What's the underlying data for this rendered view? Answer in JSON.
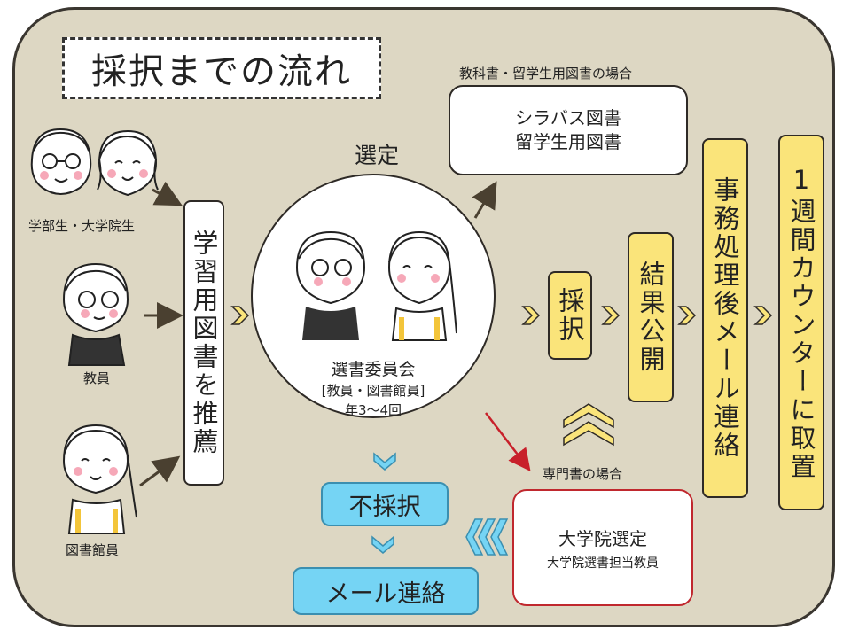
{
  "title": "採択までの流れ",
  "people": {
    "students": "学部生・大学院生",
    "faculty": "教員",
    "librarian": "図書館員"
  },
  "recommend": "学習用図書を推薦",
  "selection": {
    "heading": "選定",
    "committee": "選書委員会",
    "members": "[教員・図書館員]",
    "frequency": "年3～4回"
  },
  "textbook": {
    "caption": "教科書・留学生用図書の場合",
    "line1": "シラバス図書",
    "line2": "留学生用図書"
  },
  "specialized": {
    "caption": "専門書の場合",
    "line1": "大学院選定",
    "line2": "大学院選書担当教員"
  },
  "adopt": "採択",
  "result": "結果公開",
  "after_process": "事務処理後メール連絡",
  "counter": "1週間カウンターに取置",
  "reject": "不採択",
  "mail": "メール連絡",
  "colors": {
    "background": "#ddd7c3",
    "yellow": "#fae47a",
    "cyan": "#75d4f4",
    "red_border": "#c0282e",
    "red_arrow": "#c8202a"
  }
}
